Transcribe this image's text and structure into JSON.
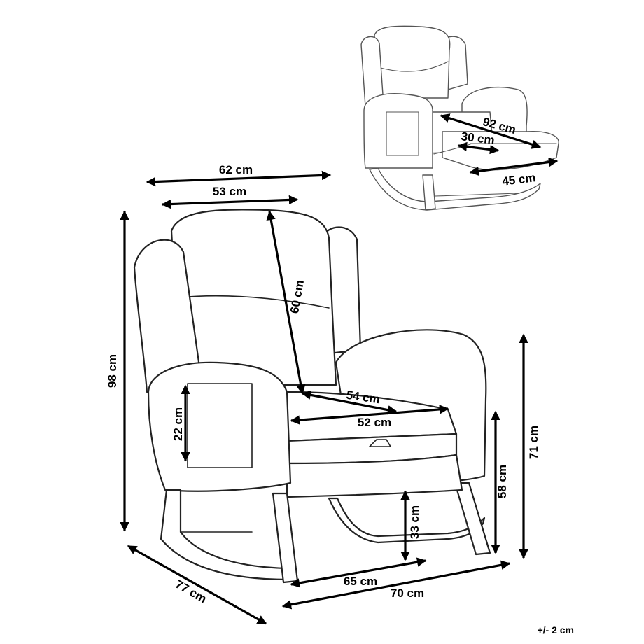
{
  "main_view": {
    "dimensions": {
      "overall_width": "62 cm",
      "backrest_width": "53 cm",
      "overall_height": "98 cm",
      "backrest_height": "60 cm",
      "seat_depth": "54 cm",
      "seat_width": "52 cm",
      "pocket_height": "22 cm",
      "arm_height": "58 cm",
      "total_height_side": "71 cm",
      "seat_floor_clearance": "33 cm",
      "base_width": "65 cm",
      "total_width": "70 cm",
      "total_depth": "77 cm"
    }
  },
  "reclined_view": {
    "dimensions": {
      "reclined_length": "92 cm",
      "footrest_depth": "30 cm",
      "footrest_length": "45 cm"
    }
  },
  "tolerance": "+/- 2 cm",
  "colors": {
    "line": "#222222",
    "arrow": "#000000",
    "background": "#ffffff"
  }
}
